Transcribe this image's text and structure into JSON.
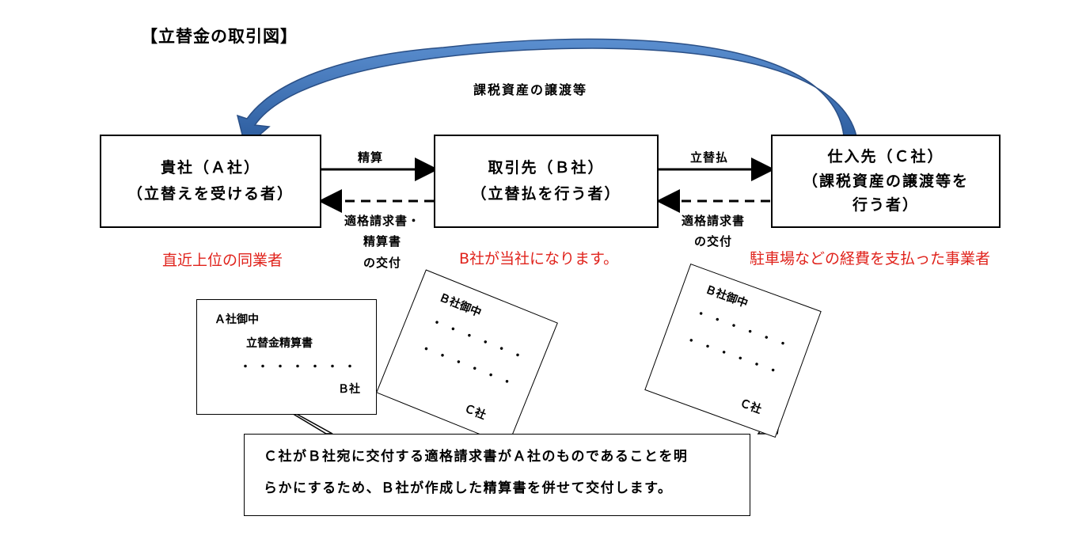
{
  "title": "【立替金の取引図】",
  "top_arrow_label": "課税資産の譲渡等",
  "boxes": {
    "a": {
      "line1": "貴社（Ａ社）",
      "line2": "（立替えを受ける者）"
    },
    "b": {
      "line1": "取引先（Ｂ社）",
      "line2": "（立替払を行う者）"
    },
    "c": {
      "line1": "仕入先（Ｃ社）",
      "line2": "（課税資産の譲渡等を",
      "line3": "行う者）"
    }
  },
  "arrows": {
    "ab_top": "精算",
    "ab_bottom": [
      "適格請求書・",
      "精算書",
      "の交付"
    ],
    "bc_top": "立替払",
    "bc_bottom": [
      "適格請求書",
      "の交付"
    ]
  },
  "notes": {
    "a": "直近上位の同業者",
    "b": "B社が当社になります。",
    "c": "駐車場などの経費を支払った事業者"
  },
  "docs": {
    "settlement": {
      "to": "Ａ社御中",
      "title": "立替金精算書",
      "dots": "・・・・・・・",
      "from": "Ｂ社"
    },
    "invoice1": {
      "to": "Ｂ社御中",
      "dots1": "・・・・・・",
      "dots2": "・・・・・・",
      "from": "Ｃ社"
    },
    "invoice2": {
      "to": "Ｂ社御中",
      "dots1": "・・・・・・",
      "dots2": "・・・・・・",
      "from": "Ｃ社"
    }
  },
  "callout": {
    "line1": "Ｃ社がＢ社宛に交付する適格請求書がＡ社のものであることを明",
    "line2": "らかにするため、Ｂ社が作成した精算書を併せて交付します。"
  },
  "colors": {
    "curved_arrow": "#3c6fb1",
    "note_red": "#e0231c"
  }
}
